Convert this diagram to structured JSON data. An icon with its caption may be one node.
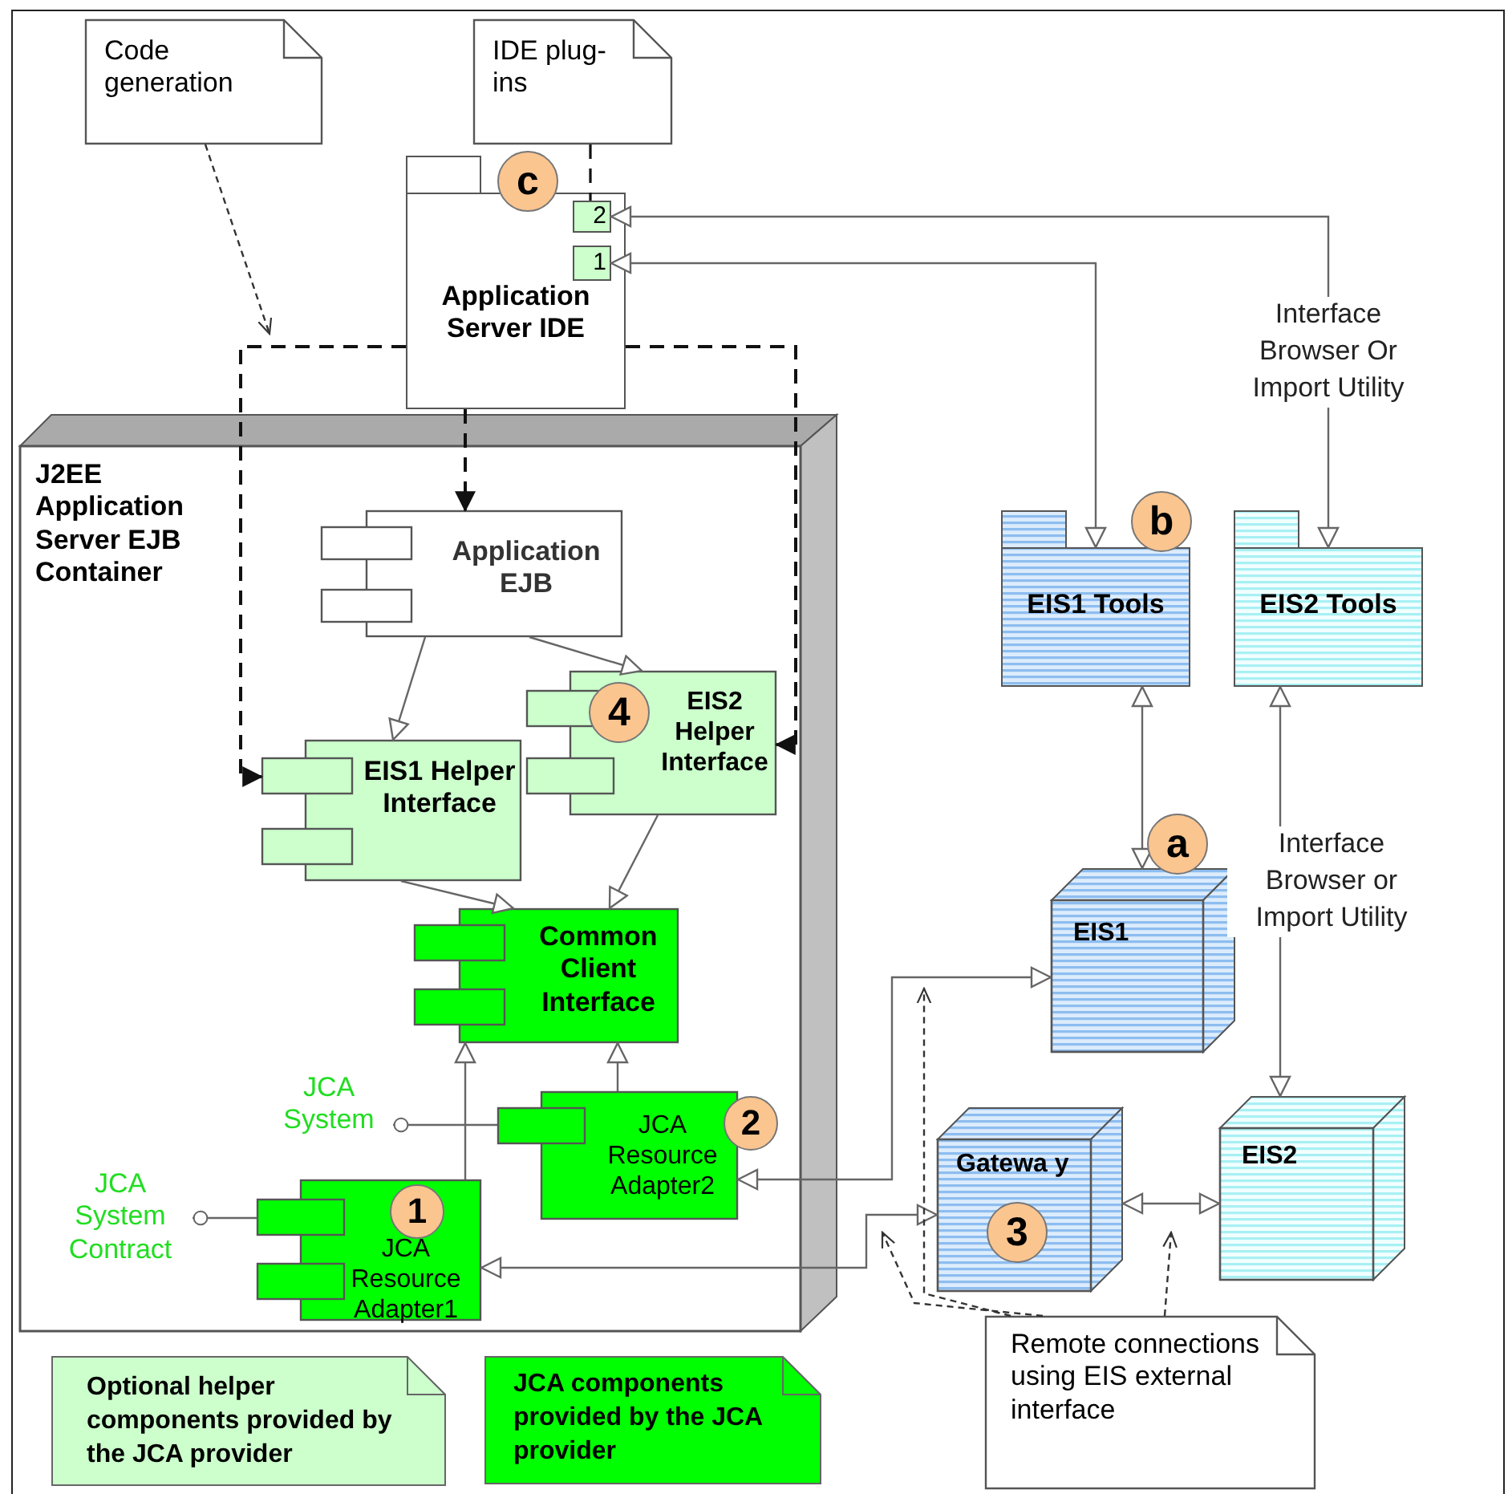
{
  "diagram": {
    "nodes": [
      {
        "text": [
          "Code generation"
        ]
      },
      {
        "text": [
          "IDE plug-ins"
        ]
      },
      {
        "text": [
          "c",
          "Application Server IDE"
        ]
      },
      {
        "text": [
          "2"
        ],
        "in": 2
      },
      {
        "text": [
          "1"
        ],
        "in": 2
      },
      {
        "text": [
          "J2EE Application Server EJB Container"
        ]
      },
      {
        "text": [
          "Application EJB"
        ],
        "in": 5
      },
      {
        "text": [
          "EIS1 Helper Interface"
        ],
        "in": 5
      },
      {
        "text": [
          "4",
          "EIS2 Helper Interface"
        ],
        "in": 5
      },
      {
        "text": [
          "Common Client Interface"
        ],
        "in": 5
      },
      {
        "text": [
          "JCA Resource Adapter2",
          "2"
        ],
        "in": 5
      },
      {
        "text": [
          "1",
          "JCA Resource Adapter1"
        ],
        "in": 5
      },
      {
        "text": [
          "JCA System Contract"
        ],
        "in": 5
      },
      {
        "text": [
          "JCA System"
        ],
        "in": 5
      },
      {
        "text": [
          "b",
          "EIS1 Tools"
        ]
      },
      {
        "text": [
          "EIS2 Tools"
        ]
      },
      {
        "text": [
          "a",
          "EIS1"
        ]
      },
      {
        "text": [
          "Gatewa y",
          "3"
        ]
      },
      {
        "text": [
          "EIS2"
        ]
      },
      {
        "text": [
          "Remote connections using EIS external interface"
        ]
      }
    ],
    "edges": [
      {
        "from": 0,
        "to": null,
        "arrow": "to",
        "style": "dashed"
      },
      {
        "from": 1,
        "to": 3,
        "arrow": "none",
        "style": "dashed"
      },
      {
        "from": 2,
        "to": 6,
        "arrow": "to",
        "style": "dashed"
      },
      {
        "from": 2,
        "to": 7,
        "arrow": "to",
        "style": "dashed"
      },
      {
        "from": 2,
        "to": 8,
        "arrow": "to",
        "style": "dashed"
      },
      {
        "from": 6,
        "to": 7,
        "arrow": "to"
      },
      {
        "from": 6,
        "to": 8,
        "arrow": "to"
      },
      {
        "from": 7,
        "to": 9,
        "arrow": "to"
      },
      {
        "from": 8,
        "to": 9,
        "arrow": "to"
      },
      {
        "from": 10,
        "to": 9,
        "arrow": "to"
      },
      {
        "from": 11,
        "to": 9,
        "arrow": "to"
      },
      {
        "from": 11,
        "to": 12,
        "arrow": "other"
      },
      {
        "from": 10,
        "to": 13,
        "arrow": "other"
      },
      {
        "from": 3,
        "to": 15,
        "arrow": "both",
        "label": "Interface Browser Or Import Utility"
      },
      {
        "from": 4,
        "to": 14,
        "arrow": "both"
      },
      {
        "from": 14,
        "to": 16,
        "arrow": "both"
      },
      {
        "from": 15,
        "to": 18,
        "arrow": "both",
        "label": "Interface Browser or Import Utility"
      },
      {
        "from": 10,
        "to": 16,
        "arrow": "both"
      },
      {
        "from": 11,
        "to": 17,
        "arrow": "both"
      },
      {
        "from": 17,
        "to": 18,
        "arrow": "both"
      },
      {
        "from": 19,
        "to": null,
        "arrow": "to",
        "style": "dashed"
      },
      {
        "from": 19,
        "to": null,
        "arrow": "to",
        "style": "dashed"
      },
      {
        "from": 19,
        "to": null,
        "arrow": "to",
        "style": "dashed"
      }
    ],
    "legend": [
      {
        "text": "Optional helper components provided by the JCA provider",
        "color": "#ccffcc"
      },
      {
        "text": "JCA components provided by the JCA provider",
        "color": "#00ff00"
      }
    ]
  }
}
